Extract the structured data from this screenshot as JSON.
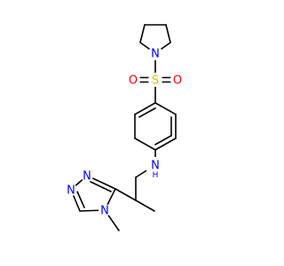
{
  "colors": {
    "bond": "#000000",
    "N": "#0000ff",
    "O": "#ff0000",
    "S": "#cccc00"
  },
  "atoms": {
    "n_pyrrolidine": "N",
    "s_sulfonyl": "S",
    "o_left": "O",
    "o_right": "O",
    "n_amine": "N",
    "h_amine": "H",
    "n_triazole_1": "N",
    "n_triazole_2": "N",
    "n_triazole_4": "N"
  }
}
